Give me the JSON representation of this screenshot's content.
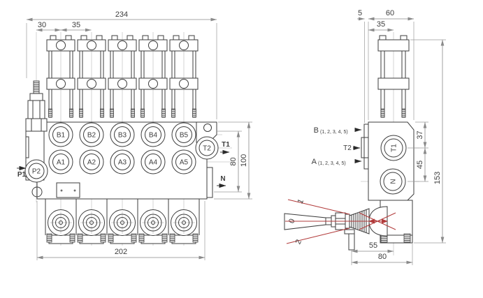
{
  "front": {
    "dims": {
      "total_width": "234",
      "first_pitch": "30",
      "section_pitch": "35",
      "base_width": "202",
      "port_height": "80",
      "total_height": "100"
    },
    "ports": {
      "b": [
        "B1",
        "B2",
        "B3",
        "B4",
        "B5"
      ],
      "a": [
        "A1",
        "A2",
        "A3",
        "A4",
        "A5"
      ],
      "p2": "P2",
      "t2": "T2"
    },
    "flows": {
      "p1": "P1",
      "t1": "T1",
      "n": "N"
    }
  },
  "side": {
    "dims": {
      "block_offset": "5",
      "body_depth": "60",
      "cap_width": "35",
      "top_to_t1": "37",
      "t1_to_n": "45",
      "total_height": "153",
      "pin_to_center": "55",
      "pin_to_edge": "80"
    },
    "labels": {
      "b": "B",
      "b_ports": "(1, 2, 3, 4, 5)",
      "t2": "T2",
      "a": "A",
      "a_ports": "(1, 2, 3, 4, 5)",
      "t1": "T1",
      "n": "N"
    },
    "lever": {
      "neutral": "0",
      "pos1": "1",
      "pos2": "2"
    }
  },
  "colors": {
    "line": "#3d3d3d",
    "dimension": "#8a8a8a",
    "centerline": "#c9c9c9",
    "lever_travel_red": "#b23b3b"
  }
}
